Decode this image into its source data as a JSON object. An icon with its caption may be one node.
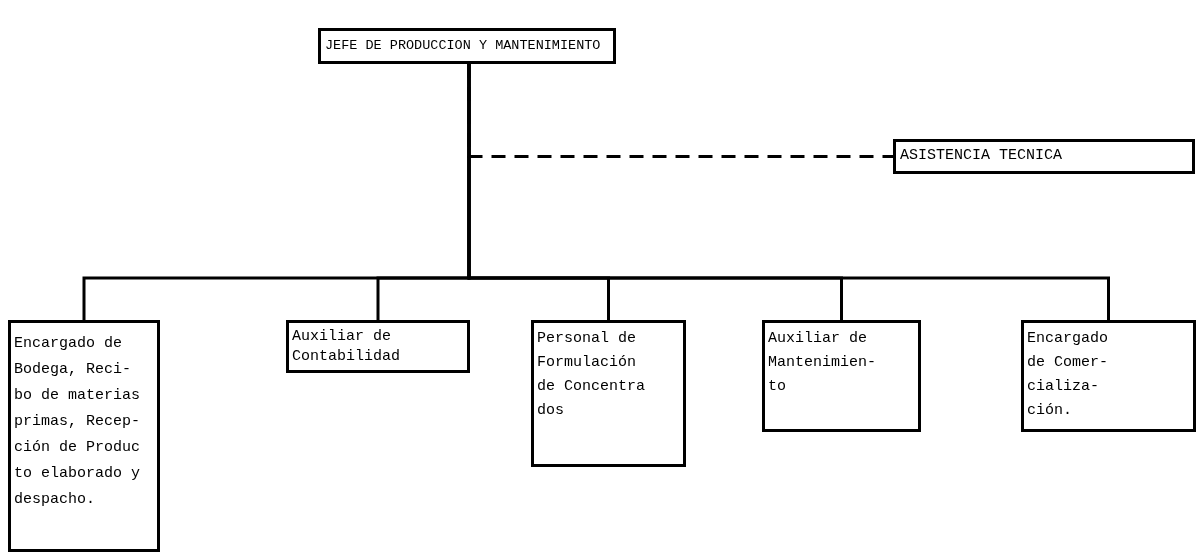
{
  "diagram": {
    "nodes": [
      {
        "text": [
          "JEFE DE PRODUCCION Y MANTENIMIENTO"
        ]
      },
      {
        "text": [
          "ASISTENCIA TECNICA"
        ]
      },
      {
        "text": [
          "Encargado de Bodega, Reci- bo de materias primas, Recep- ción de Produc to elaborado y despacho."
        ]
      },
      {
        "text": [
          "Auxiliar de Contabilidad"
        ]
      },
      {
        "text": [
          "Personal de Formulación de Concentra dos"
        ]
      },
      {
        "text": [
          "Auxiliar de Mantenimien- to"
        ]
      },
      {
        "text": [
          "Encargado de Comer- cializa- ción."
        ]
      }
    ],
    "edges": [
      {
        "from": 0,
        "to": 1,
        "arrow": "none",
        "style": "dashed"
      },
      {
        "from": 0,
        "to": 2,
        "arrow": "none"
      },
      {
        "from": 0,
        "to": 3,
        "arrow": "none"
      },
      {
        "from": 0,
        "to": 4,
        "arrow": "none"
      },
      {
        "from": 0,
        "to": 5,
        "arrow": "none"
      },
      {
        "from": 0,
        "to": 6,
        "arrow": "none"
      }
    ]
  }
}
